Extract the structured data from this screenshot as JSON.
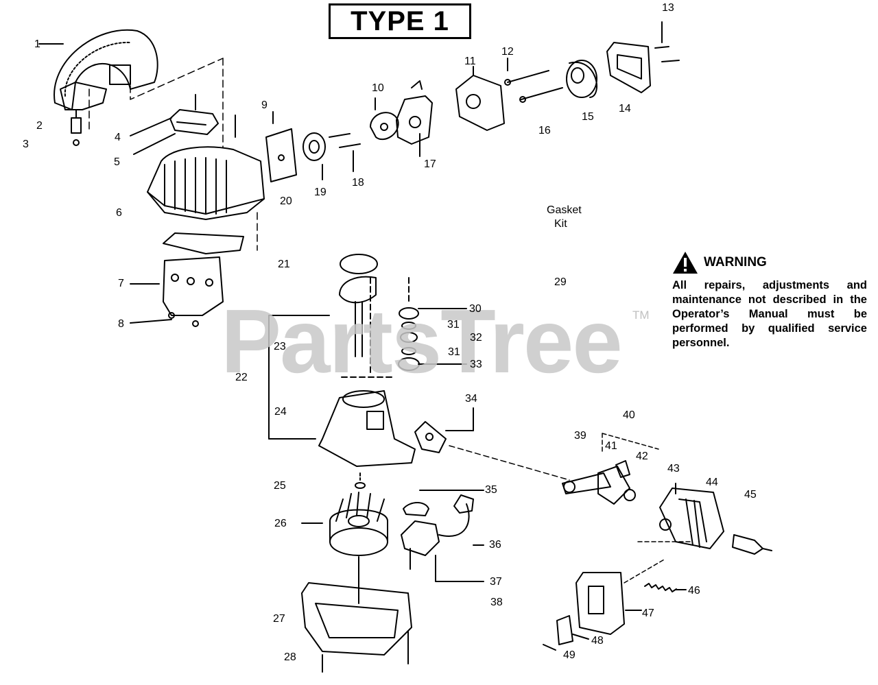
{
  "header": {
    "type_label": "TYPE 1"
  },
  "watermark": {
    "text": "PartsTree",
    "tm": "TM"
  },
  "warning": {
    "icon": "warning-triangle-icon",
    "title": "WARNING",
    "text": "All repairs, adjustments and maintenance not described in the Operator’s Manual must be performed by qualified service personnel."
  },
  "labels": {
    "gasket_kit_line1": "Gasket",
    "gasket_kit_line2": "Kit"
  },
  "callouts": [
    "1",
    "2",
    "3",
    "4",
    "5",
    "6",
    "7",
    "8",
    "9",
    "10",
    "11",
    "12",
    "13",
    "14",
    "15",
    "16",
    "17",
    "18",
    "19",
    "20",
    "21",
    "22",
    "23",
    "24",
    "25",
    "26",
    "27",
    "28",
    "29",
    "30",
    "31",
    "32",
    "31",
    "33",
    "34",
    "35",
    "36",
    "37",
    "38",
    "39",
    "40",
    "41",
    "42",
    "43",
    "44",
    "45",
    "46",
    "47",
    "48",
    "49"
  ],
  "colors": {
    "ink": "#000000",
    "watermark": "#c8c8c8",
    "background": "#ffffff"
  }
}
